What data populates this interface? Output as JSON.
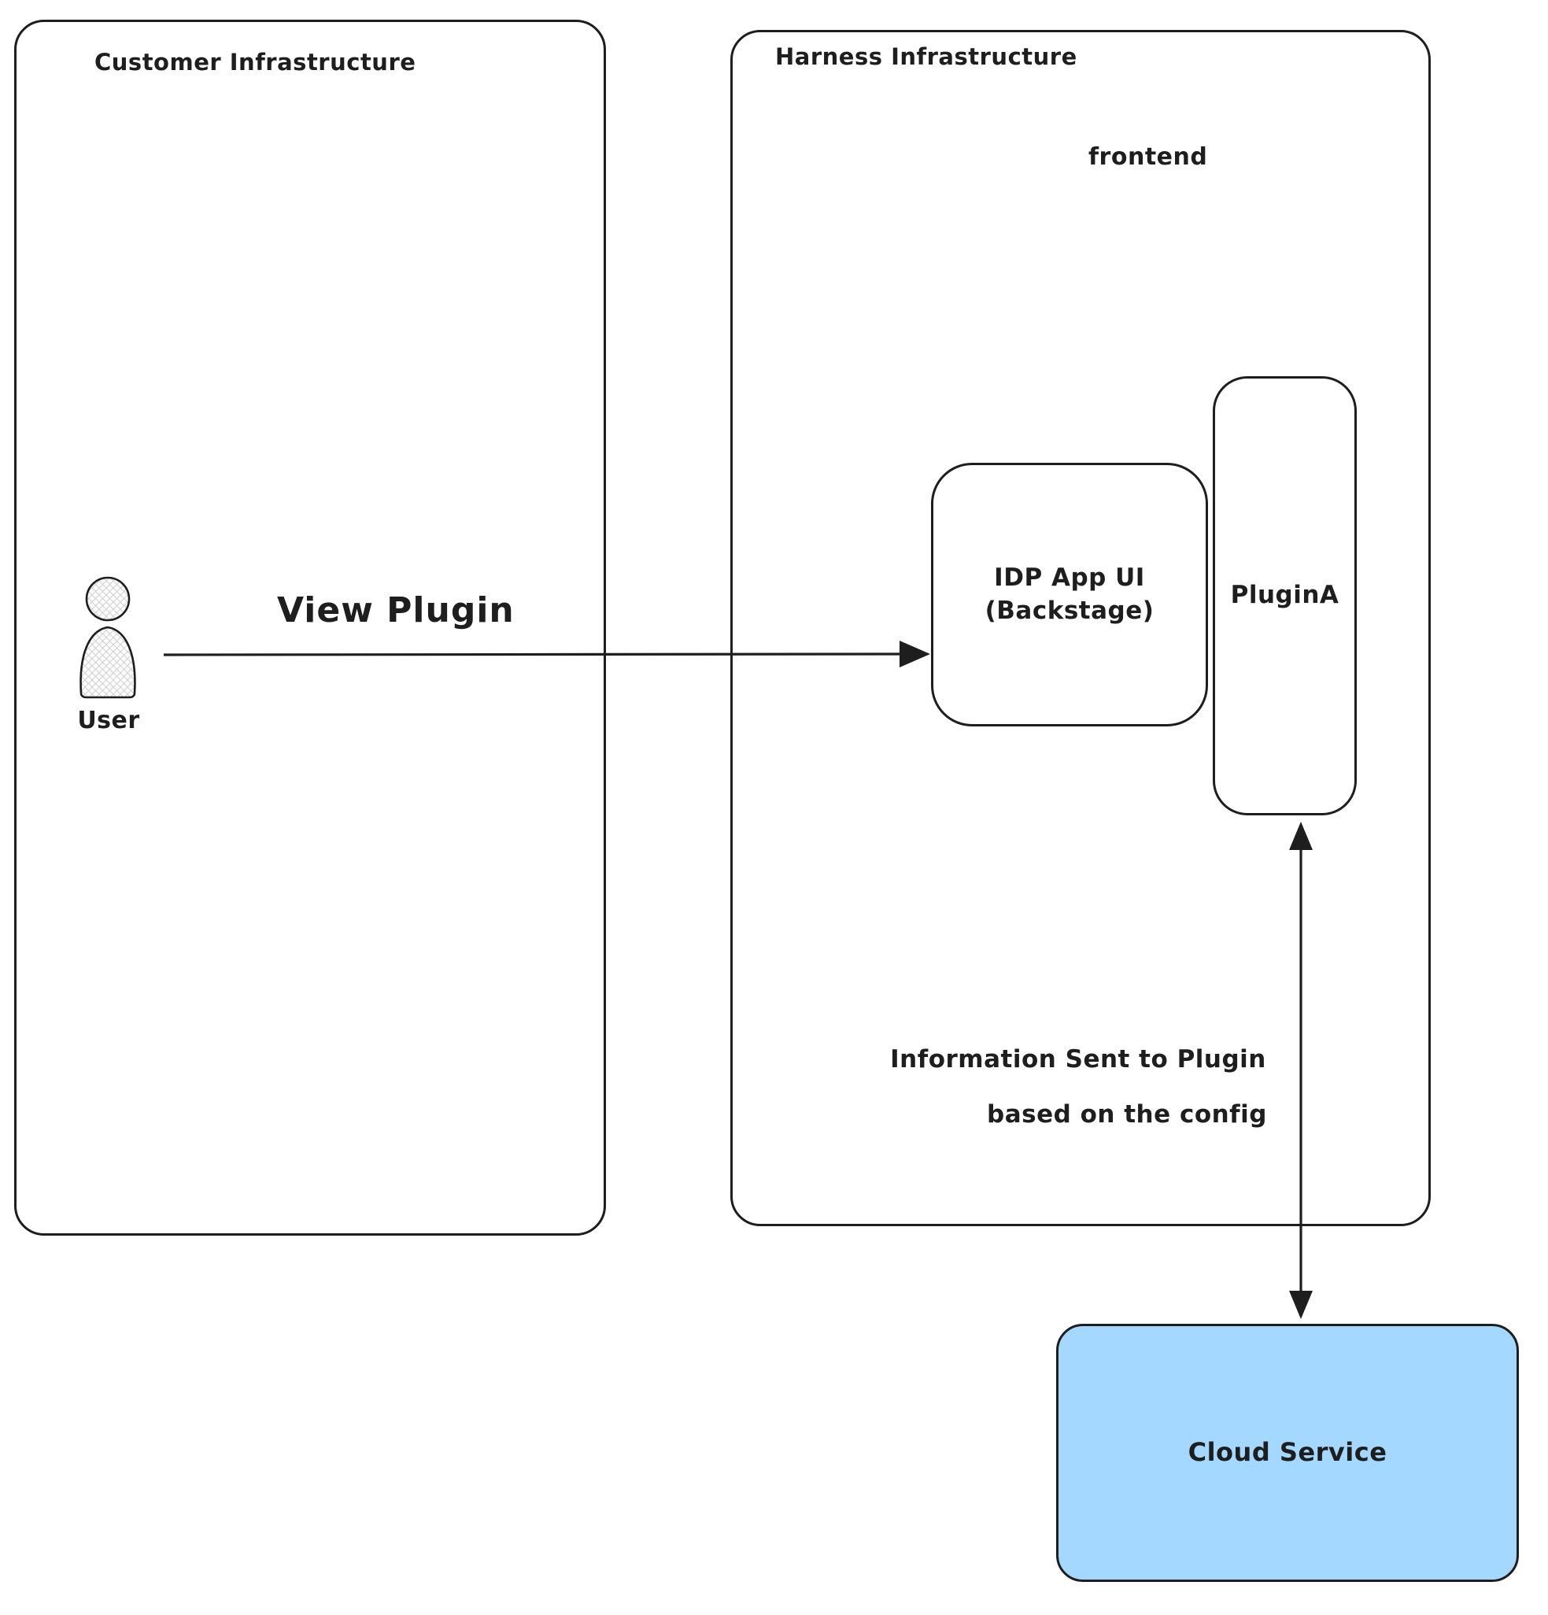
{
  "diagram": {
    "customer_infrastructure": {
      "label": "Customer Infrastructure"
    },
    "harness_infrastructure": {
      "label": "Harness Infrastructure",
      "frontend_label": "frontend"
    },
    "user": {
      "label": "User"
    },
    "view_plugin_arrow": {
      "label": "View Plugin"
    },
    "idp_app_ui": {
      "line1": "IDP App UI",
      "line2": "(Backstage)"
    },
    "plugin_a": {
      "label": "PluginA"
    },
    "info_arrow": {
      "line1": "Information Sent to Plugin",
      "line2": "based on the config"
    },
    "cloud_service": {
      "label": "Cloud Service"
    },
    "colors": {
      "stroke": "#1e1e1e",
      "cloud_fill": "#a5d8ff",
      "background": "#ffffff"
    }
  }
}
